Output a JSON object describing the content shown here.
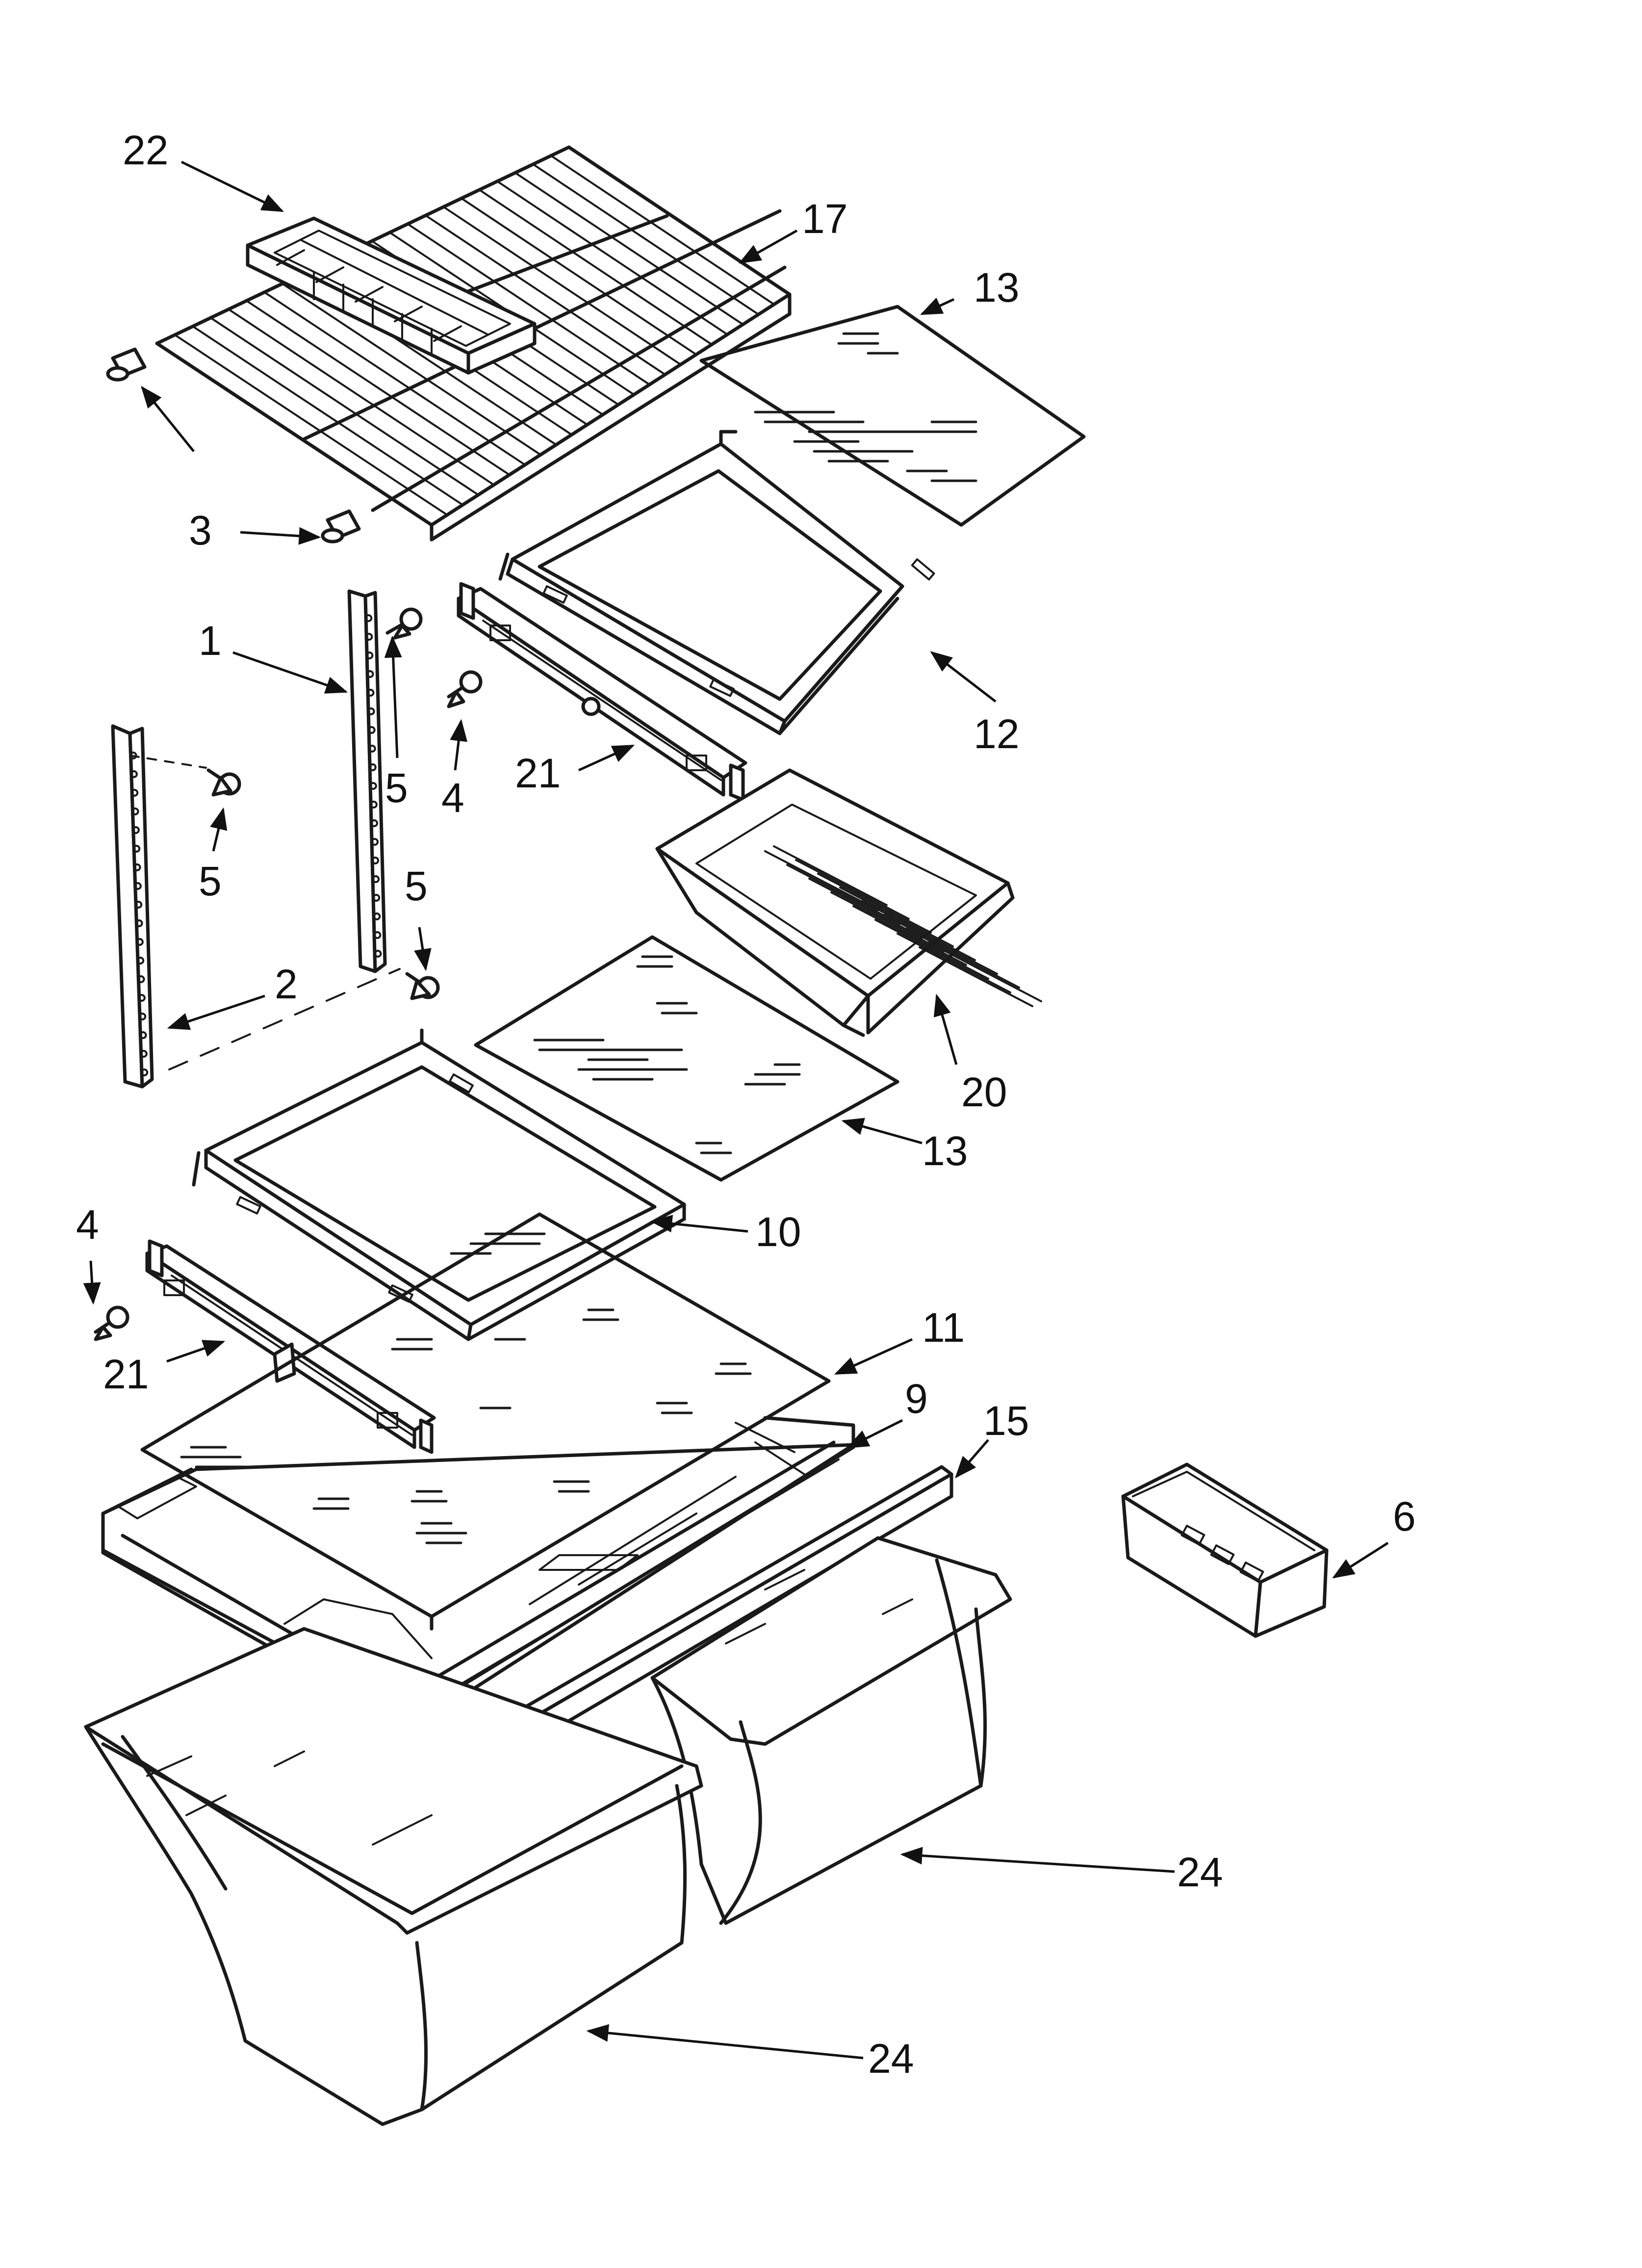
{
  "callouts": [
    {
      "id": "c22",
      "label": "22"
    },
    {
      "id": "c17",
      "label": "17"
    },
    {
      "id": "c13a",
      "label": "13"
    },
    {
      "id": "c3",
      "label": "3"
    },
    {
      "id": "c1",
      "label": "1"
    },
    {
      "id": "c5a",
      "label": "5"
    },
    {
      "id": "c4a",
      "label": "4"
    },
    {
      "id": "c21a",
      "label": "21"
    },
    {
      "id": "c12",
      "label": "12"
    },
    {
      "id": "c5b",
      "label": "5"
    },
    {
      "id": "c5c",
      "label": "5"
    },
    {
      "id": "c2",
      "label": "2"
    },
    {
      "id": "c20",
      "label": "20"
    },
    {
      "id": "c13b",
      "label": "13"
    },
    {
      "id": "c10",
      "label": "10"
    },
    {
      "id": "c4b",
      "label": "4"
    },
    {
      "id": "c21b",
      "label": "21"
    },
    {
      "id": "c11",
      "label": "11"
    },
    {
      "id": "c9",
      "label": "9"
    },
    {
      "id": "c15",
      "label": "15"
    },
    {
      "id": "c6",
      "label": "6"
    },
    {
      "id": "c24a",
      "label": "24"
    },
    {
      "id": "c24b",
      "label": "24"
    }
  ]
}
